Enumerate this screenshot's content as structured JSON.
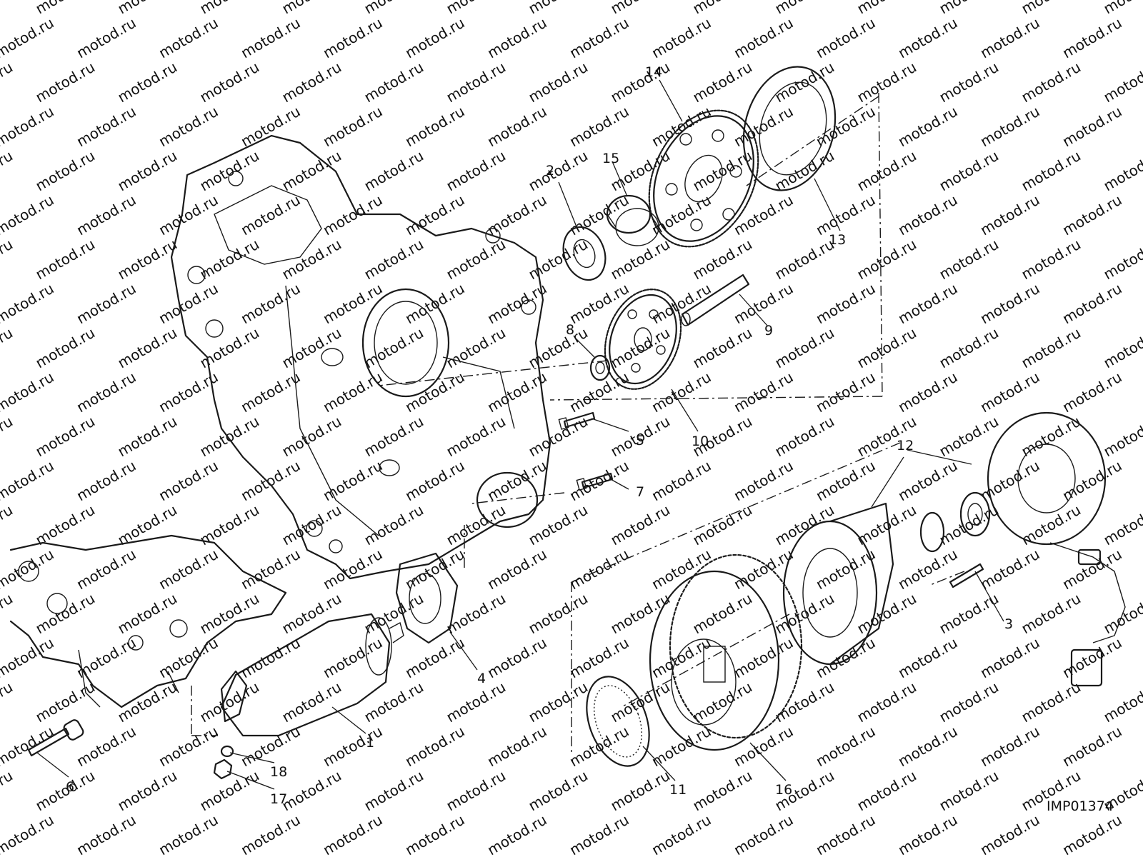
{
  "drawing_code": "IMP01374",
  "watermark_text": "motod.ru",
  "callouts": [
    "1",
    "2",
    "3",
    "4",
    "5",
    "6",
    "7",
    "8",
    "9",
    "10",
    "11",
    "12",
    "13",
    "14",
    "15",
    "16",
    "17",
    "18"
  ],
  "colors": {
    "line": "#1a1a1a",
    "watermark": "#d0d0d0",
    "background": "#ffffff"
  }
}
